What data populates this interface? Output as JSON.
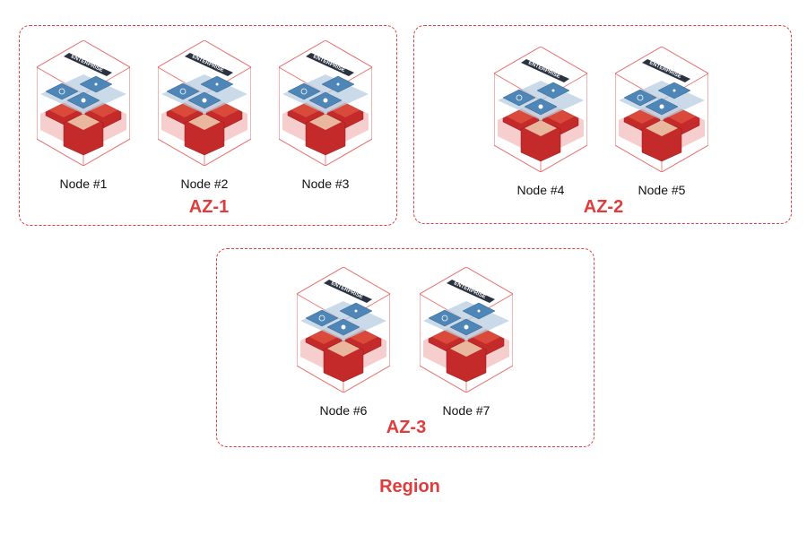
{
  "colors": {
    "accent": "#e03c3c",
    "tile_blue": "#4f86b8",
    "block_red": "#c42a2a",
    "badge": "#2b3340"
  },
  "icon": {
    "name": "redis-enterprise-node-icon",
    "badge_text": "ENTERPRISE"
  },
  "zones": [
    {
      "label": "AZ-1",
      "nodes": [
        "Node #1",
        "Node #2",
        "Node #3"
      ]
    },
    {
      "label": "AZ-2",
      "nodes": [
        "Node #4",
        "Node #5"
      ]
    },
    {
      "label": "AZ-3",
      "nodes": [
        "Node #6",
        "Node #7"
      ]
    }
  ],
  "region_label": "Region"
}
